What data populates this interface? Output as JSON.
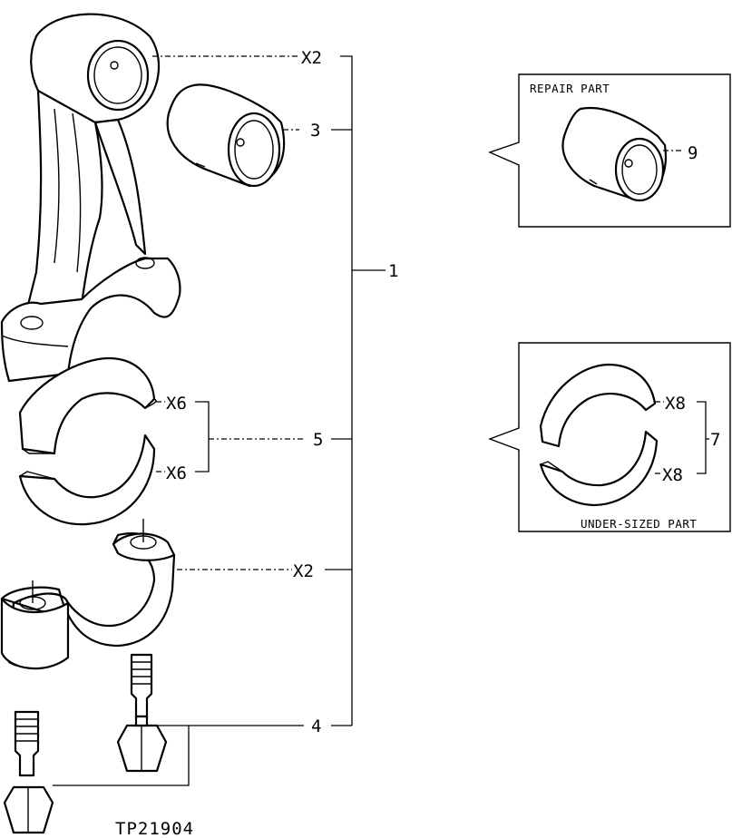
{
  "labels": {
    "qty_pin_end": "X2",
    "callout_3": "3",
    "callout_1": "1",
    "qty_upper_shell": "X6",
    "qty_lower_shell": "X6",
    "callout_5": "5",
    "qty_cap": "X2",
    "callout_4": "4",
    "callout_9": "9",
    "qty_undersize_upper": "X8",
    "qty_undersize_lower": "X8",
    "callout_7": "7",
    "repair_part": "REPAIR PART",
    "under_sized_part": "UNDER-SIZED PART",
    "reference": "TP21904"
  }
}
